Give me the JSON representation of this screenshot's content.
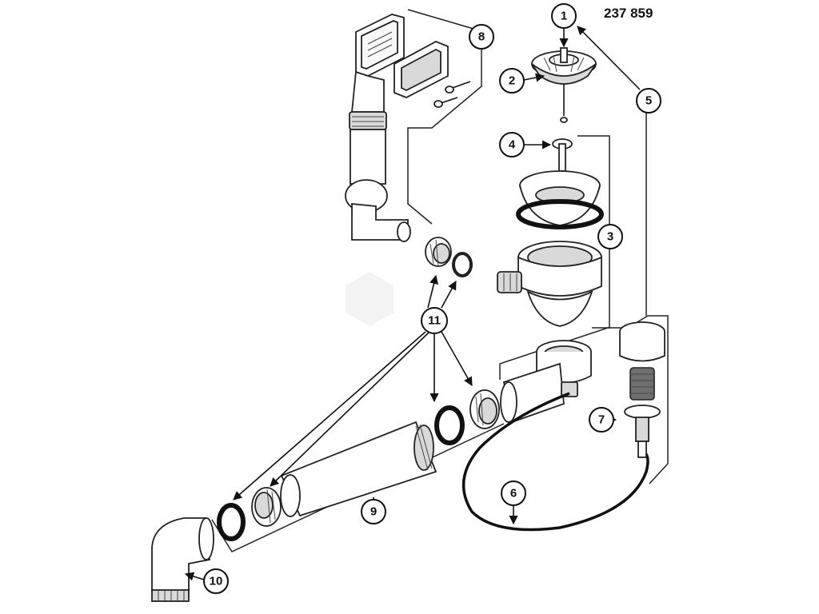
{
  "part_number": "237 859",
  "callouts": [
    {
      "label": "1"
    },
    {
      "label": "2"
    },
    {
      "label": "3"
    },
    {
      "label": "4"
    },
    {
      "label": "5"
    },
    {
      "label": "6"
    },
    {
      "label": "7"
    },
    {
      "label": "8"
    },
    {
      "label": "9"
    },
    {
      "label": "10"
    },
    {
      "label": "11"
    }
  ],
  "colors": {
    "line": "#222222",
    "fill": "#f7f7f7",
    "background": "#ffffff"
  }
}
